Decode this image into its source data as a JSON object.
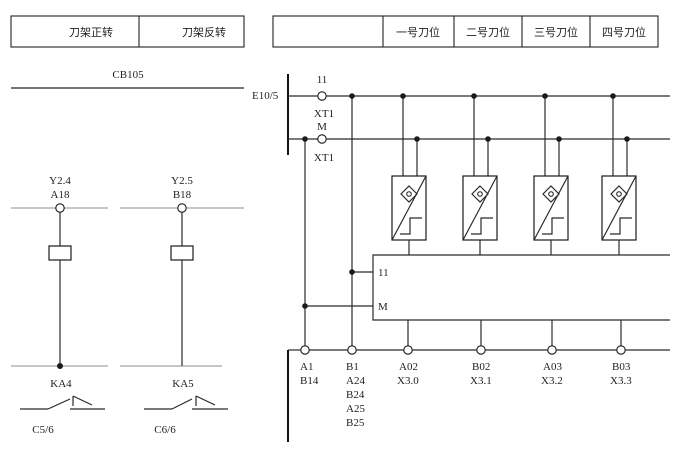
{
  "left_header": {
    "cells": [
      "刀架正转",
      "刀架反转"
    ]
  },
  "right_header": {
    "cells": [
      "一号刀位",
      "二号刀位",
      "三号刀位",
      "四号刀位"
    ]
  },
  "board_label": "CB105",
  "coil_y24": {
    "signal": "Y2.4",
    "pin": "A18",
    "relay": "KA4",
    "contact": "C5/6"
  },
  "coil_y25": {
    "signal": "Y2.5",
    "pin": "B18",
    "relay": "KA5",
    "contact": "C6/6"
  },
  "bus": {
    "connector": "E10/5",
    "rail_11": {
      "name": "11",
      "terminal": "XT1"
    },
    "rail_m": {
      "name": "M",
      "terminal": "XT1"
    }
  },
  "module": {
    "pin_11": "11",
    "pin_m": "M"
  },
  "bottom_terminals": [
    {
      "lines": [
        "A1",
        "B14"
      ]
    },
    {
      "lines": [
        "B1",
        "A24",
        "B24",
        "A25",
        "B25"
      ]
    },
    {
      "lines": [
        "A02",
        "X3.0"
      ]
    },
    {
      "lines": [
        "B02",
        "X3.1"
      ]
    },
    {
      "lines": [
        "A03",
        "X3.2"
      ]
    },
    {
      "lines": [
        "B03",
        "X3.3"
      ]
    }
  ]
}
